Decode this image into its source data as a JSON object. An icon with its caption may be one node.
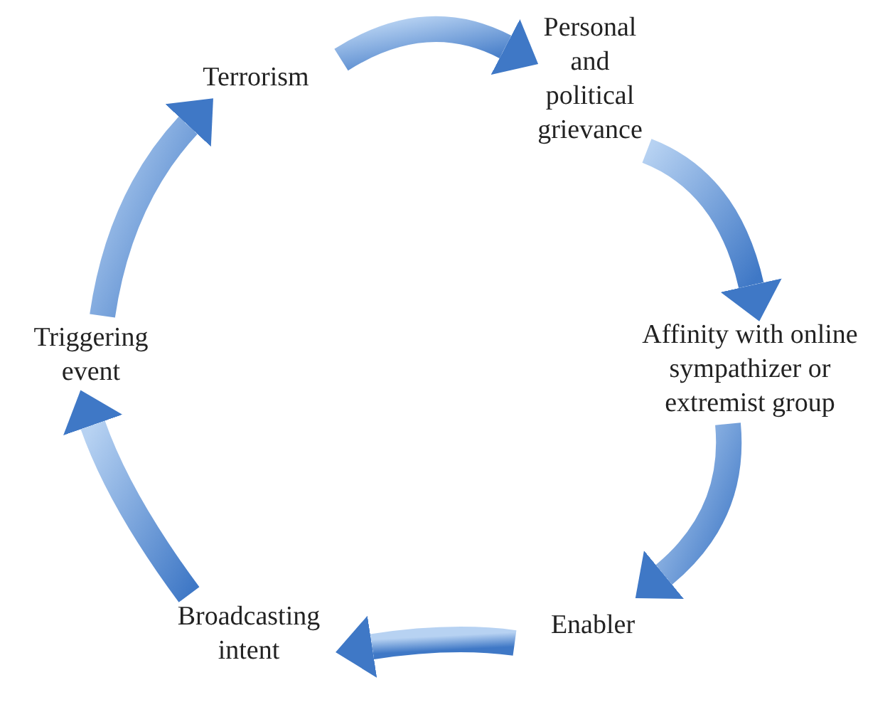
{
  "diagram": {
    "nodes": [
      {
        "text": [
          "Terrorism"
        ]
      },
      {
        "text": [
          "Personal and political grievance"
        ]
      },
      {
        "text": [
          "Affinity with online sympathizer or extremist group"
        ]
      },
      {
        "text": [
          "Enabler"
        ]
      },
      {
        "text": [
          "Broadcasting intent"
        ]
      },
      {
        "text": [
          "Triggering event"
        ]
      }
    ],
    "edges": [
      {
        "from": 0,
        "to": 1,
        "arrow": "to"
      },
      {
        "from": 1,
        "to": 2,
        "arrow": "to"
      },
      {
        "from": 2,
        "to": 3,
        "arrow": "to"
      },
      {
        "from": 3,
        "to": 4,
        "arrow": "to"
      },
      {
        "from": 4,
        "to": 5,
        "arrow": "to"
      },
      {
        "from": 5,
        "to": 0,
        "arrow": "to"
      }
    ]
  }
}
